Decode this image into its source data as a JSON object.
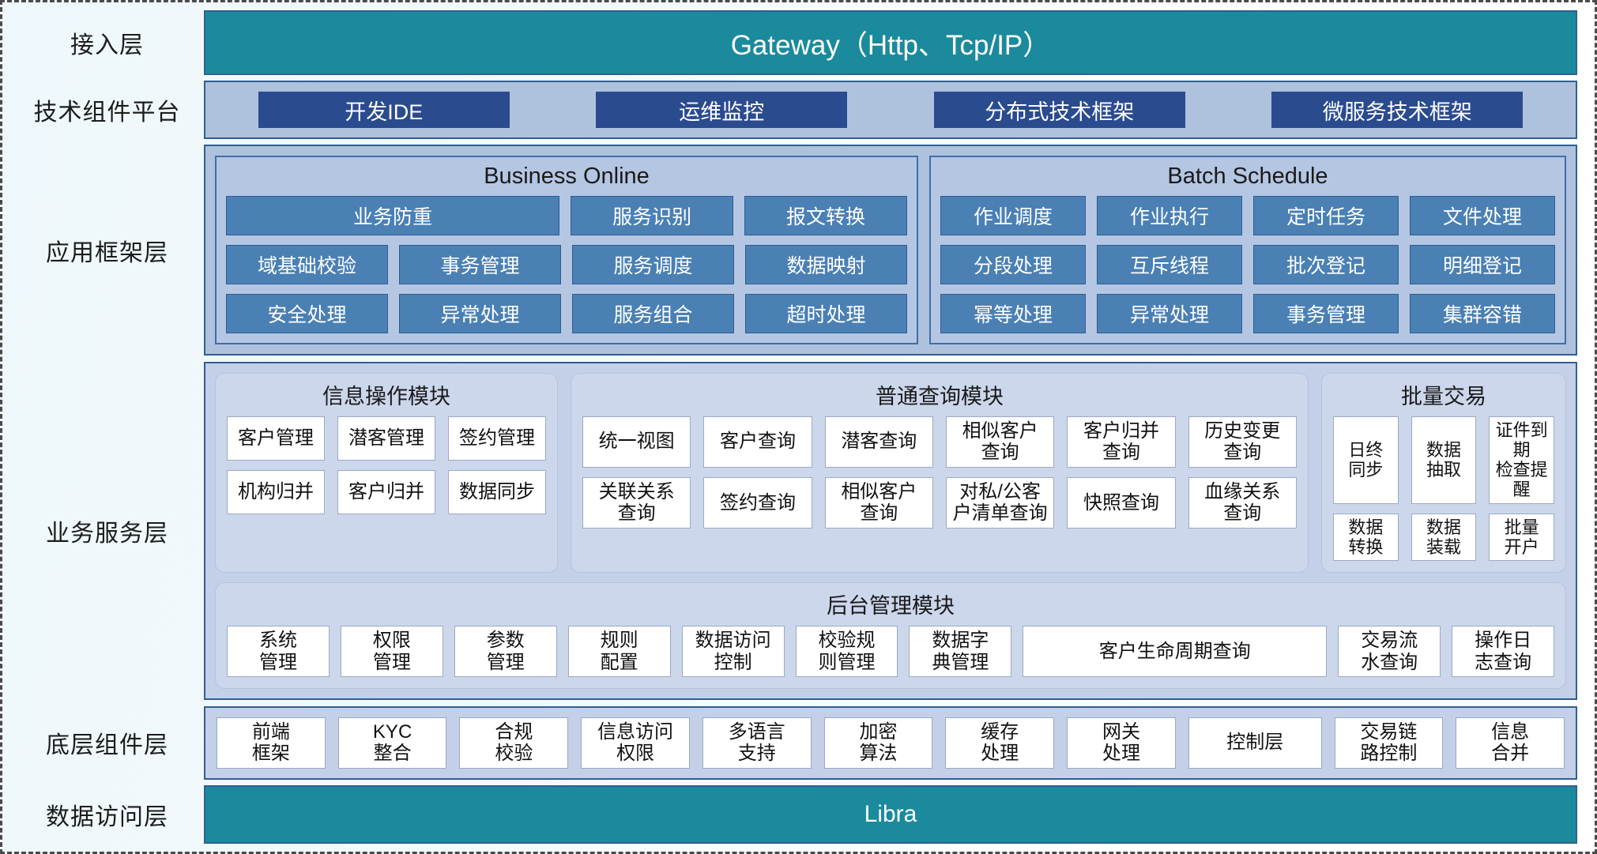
{
  "layers": {
    "access": {
      "label": "接入层",
      "gateway": "Gateway（Http、Tcp/IP）"
    },
    "tech_platform": {
      "label": "技术组件平台",
      "items": [
        {
          "label": "开发IDE"
        },
        {
          "label": "运维监控"
        },
        {
          "label": "分布式技术框架"
        },
        {
          "label": "微服务技术框架"
        }
      ]
    },
    "app_framework": {
      "label": "应用框架层",
      "groups": [
        {
          "title": "Business Online",
          "rows": [
            [
              {
                "label": "业务防重",
                "span": 2
              },
              {
                "label": "服务识别"
              },
              {
                "label": "报文转换"
              }
            ],
            [
              {
                "label": "域基础校验"
              },
              {
                "label": "事务管理"
              },
              {
                "label": "服务调度"
              },
              {
                "label": "数据映射"
              }
            ],
            [
              {
                "label": "安全处理"
              },
              {
                "label": "异常处理"
              },
              {
                "label": "服务组合"
              },
              {
                "label": "超时处理"
              }
            ]
          ]
        },
        {
          "title": "Batch Schedule",
          "rows": [
            [
              {
                "label": "作业调度"
              },
              {
                "label": "作业执行"
              },
              {
                "label": "定时任务"
              },
              {
                "label": "文件处理"
              }
            ],
            [
              {
                "label": "分段处理"
              },
              {
                "label": "互斥线程"
              },
              {
                "label": "批次登记"
              },
              {
                "label": "明细登记"
              }
            ],
            [
              {
                "label": "幂等处理"
              },
              {
                "label": "异常处理"
              },
              {
                "label": "事务管理"
              },
              {
                "label": "集群容错"
              }
            ]
          ]
        }
      ]
    },
    "business_service": {
      "label": "业务服务层",
      "info_module": {
        "title": "信息操作模块",
        "rows": [
          [
            {
              "label": "客户管理"
            },
            {
              "label": "潜客管理"
            },
            {
              "label": "签约管理"
            }
          ],
          [
            {
              "label": "机构归并"
            },
            {
              "label": "客户归并"
            },
            {
              "label": "数据同步"
            }
          ]
        ]
      },
      "query_module": {
        "title": "普通查询模块",
        "rows": [
          [
            {
              "label": "统一视图"
            },
            {
              "label": "客户查询"
            },
            {
              "label": "潜客查询"
            },
            {
              "label": "相似客户\n查询"
            },
            {
              "label": "客户归并\n查询"
            },
            {
              "label": "历史变更\n查询"
            }
          ],
          [
            {
              "label": "关联关系\n查询"
            },
            {
              "label": "签约查询"
            },
            {
              "label": "相似客户\n查询"
            },
            {
              "label": "对私/公客\n户清单查询"
            },
            {
              "label": "快照查询"
            },
            {
              "label": "血缘关系\n查询"
            }
          ]
        ]
      },
      "batch_module": {
        "title": "批量交易",
        "rows": [
          [
            {
              "label": "日终\n同步"
            },
            {
              "label": "数据\n抽取"
            },
            {
              "label": "证件到期\n检查提醒"
            }
          ],
          [
            {
              "label": "数据\n转换"
            },
            {
              "label": "数据\n装载"
            },
            {
              "label": "批量\n开户"
            }
          ]
        ]
      },
      "admin_module": {
        "title": "后台管理模块",
        "rows": [
          [
            {
              "label": "系统\n管理"
            },
            {
              "label": "权限\n管理"
            },
            {
              "label": "参数\n管理"
            },
            {
              "label": "规则\n配置"
            },
            {
              "label": "数据访问\n控制"
            },
            {
              "label": "校验规\n则管理"
            },
            {
              "label": "数据字\n典管理"
            },
            {
              "label": "客户生命周期查询",
              "wide": true
            },
            {
              "label": "交易流\n水查询"
            },
            {
              "label": "操作日\n志查询"
            }
          ]
        ]
      }
    },
    "component_layer": {
      "label": "底层组件层",
      "items": [
        {
          "label": "前端\n框架"
        },
        {
          "label": "KYC\n整合"
        },
        {
          "label": "合规\n校验"
        },
        {
          "label": "信息访问\n权限"
        },
        {
          "label": "多语言\n支持"
        },
        {
          "label": "加密\n算法"
        },
        {
          "label": "缓存\n处理"
        },
        {
          "label": "网关\n处理"
        },
        {
          "label": "控制层",
          "wide": true
        },
        {
          "label": "交易链\n路控制"
        },
        {
          "label": "信息\n合并"
        }
      ]
    },
    "data_access": {
      "label": "数据访问层",
      "title": "Libra"
    }
  },
  "colors": {
    "teal": "#1b8a9c",
    "dark_blue": "#2b4b8f",
    "mid_blue": "#4a80b4",
    "light_blue_panel": "#aec2dd",
    "pale_panel": "#c3d0e8",
    "border_blue": "#2e5f93",
    "white_cell": "#ffffff"
  }
}
